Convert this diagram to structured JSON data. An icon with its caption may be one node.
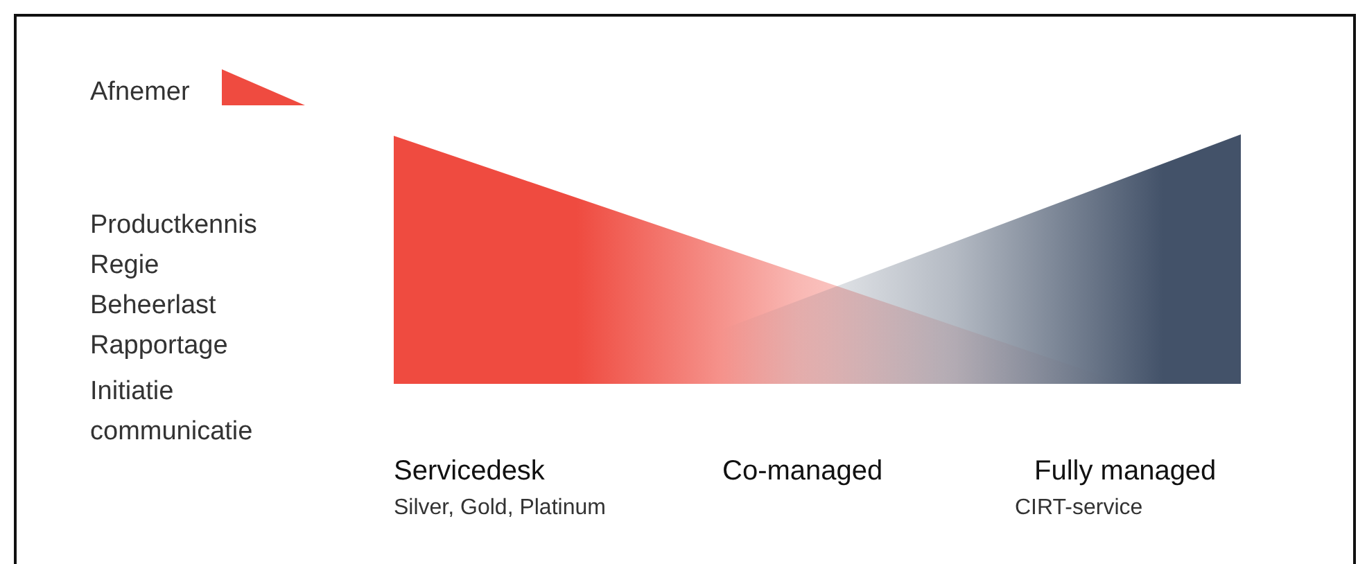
{
  "diagram": {
    "labels": [
      "Productkennis",
      "Regie",
      "Beheerlast",
      "Rapportage",
      "Initiatie communicatie",
      "Servicedesk",
      "Silver, Gold, Platinum",
      "Co-managed",
      "Fully managed",
      "CIRT-service"
    ],
    "legend": [
      {
        "text": "Afnemer",
        "color": "#ef4b40"
      }
    ]
  }
}
